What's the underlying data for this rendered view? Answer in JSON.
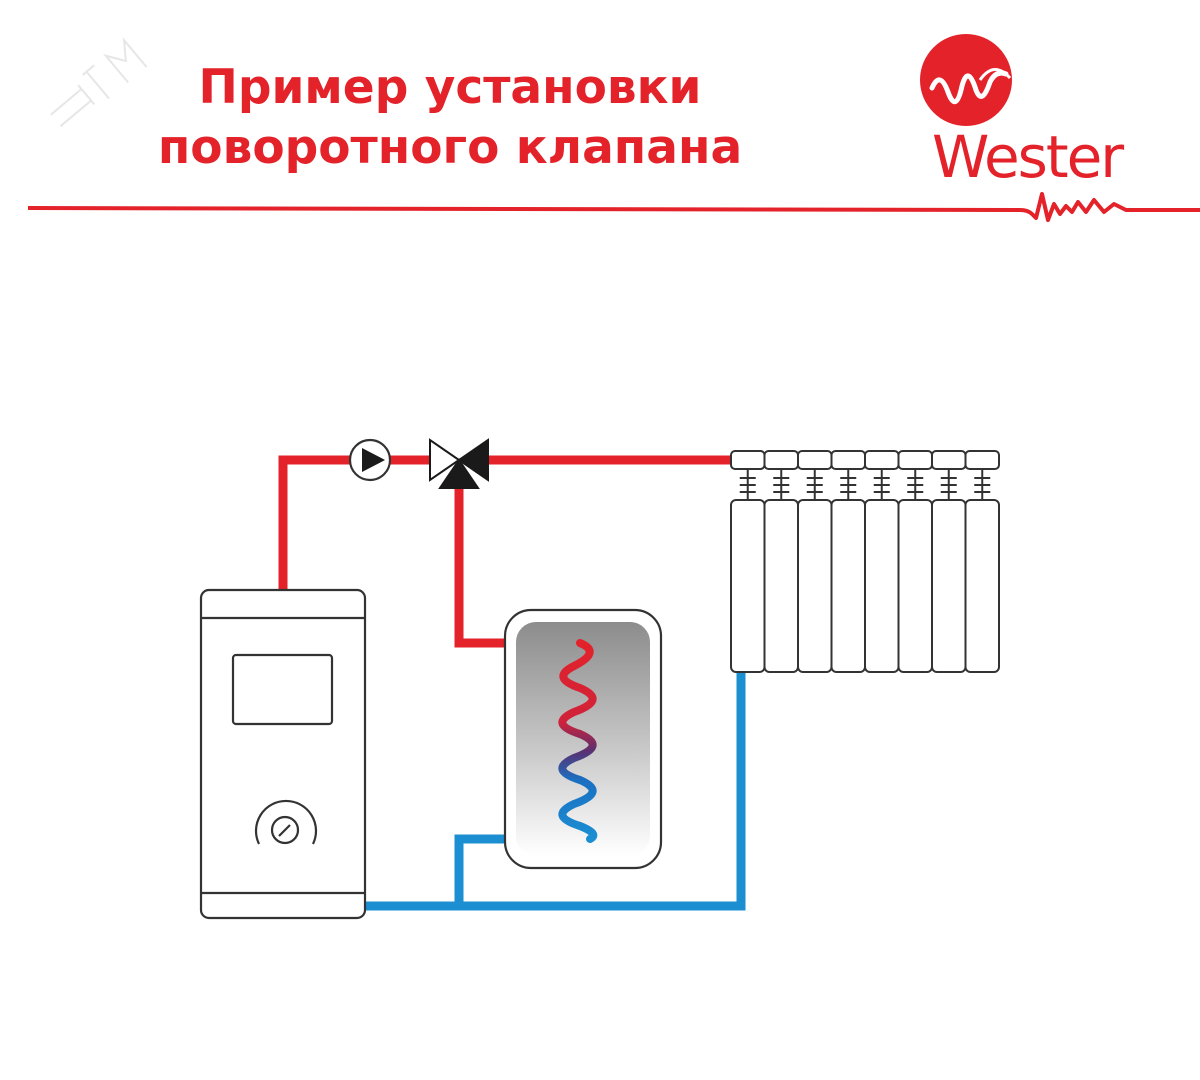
{
  "header": {
    "title_line1": "Пример установки",
    "title_line2": "поворотного клапана"
  },
  "logo": {
    "brand": "Wester"
  },
  "watermark": {
    "text": "ЭТМ"
  },
  "colors": {
    "hot_pipe": "#e3222a",
    "cold_pipe": "#1b8fd2",
    "outline": "#333333",
    "brand_red": "#e3222a"
  },
  "icons": {
    "pump": "pump-icon",
    "valve": "three-way-valve-icon",
    "gauge": "gauge-icon"
  }
}
